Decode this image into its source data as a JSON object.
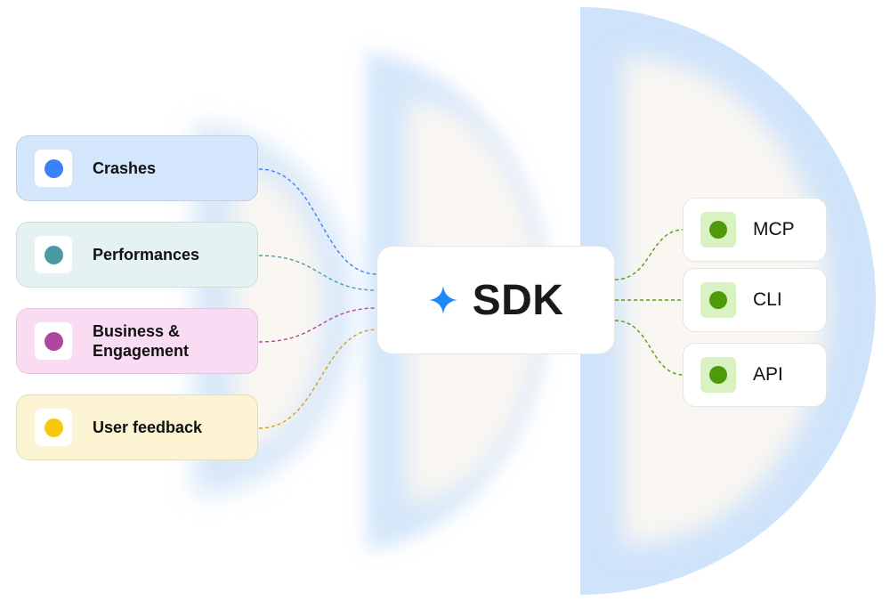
{
  "sources": [
    {
      "label": "Crashes",
      "bg": "#d3e6fb",
      "dot": "#3b82f6",
      "wire": "#3b82f6"
    },
    {
      "label": "Performances",
      "bg": "#e5f2f2",
      "dot": "#4a9aa6",
      "wire": "#4a9aa6"
    },
    {
      "label": "Business & Engagement",
      "bg": "#f9dcf4",
      "dot": "#b0479d",
      "wire": "#b0479d"
    },
    {
      "label": "User feedback",
      "bg": "#fcf3d2",
      "dot": "#f7c80f",
      "wire": "#d1a21a"
    }
  ],
  "hub": {
    "label": "SDK",
    "icon": "sparkle-icon",
    "icon_color": "#1b8cf5"
  },
  "outputs": [
    {
      "label": "MCP"
    },
    {
      "label": "CLI"
    },
    {
      "label": "API"
    }
  ],
  "output_wire_color": "#5a9a10",
  "output_dot_color": "#4e9a09",
  "output_badge_color": "#d9f2c1"
}
